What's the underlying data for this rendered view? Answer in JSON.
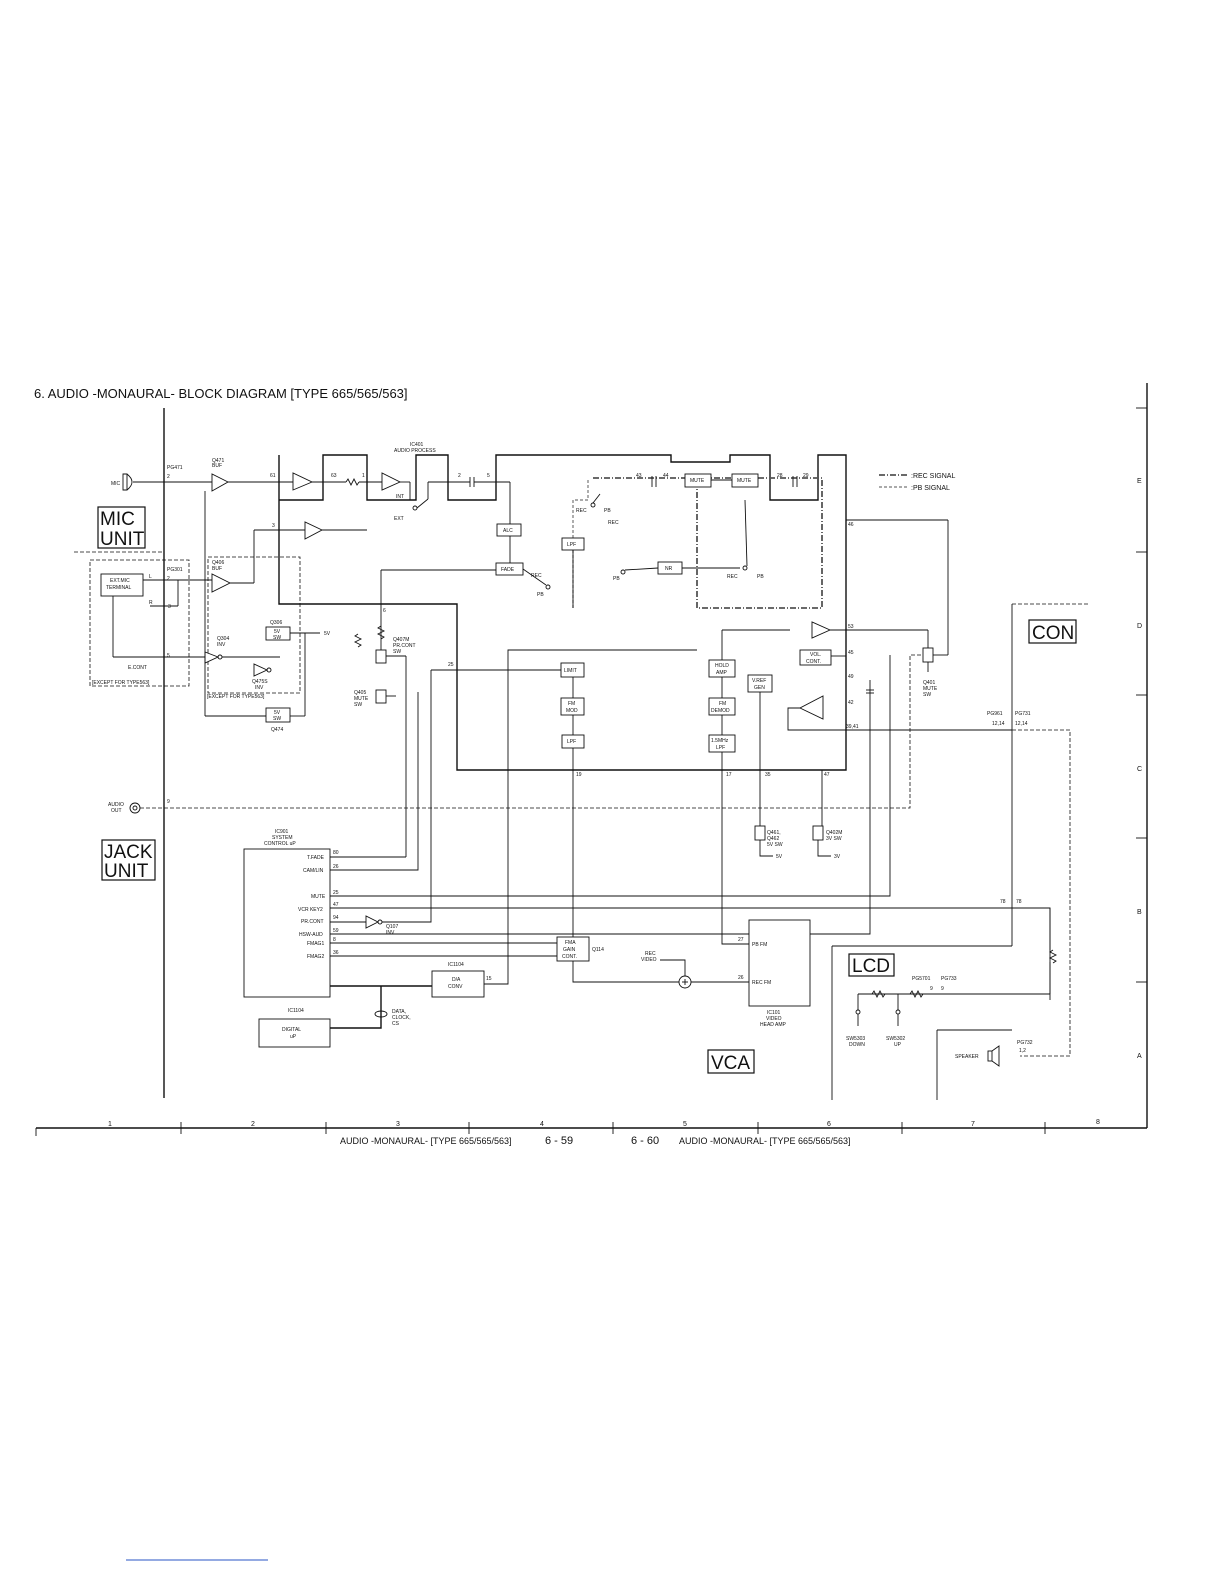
{
  "title": "6. AUDIO -MONAURAL- BLOCK DIAGRAM [TYPE 665/565/563]",
  "units": {
    "mic": "MIC\nUNIT",
    "mic_l1": "MIC",
    "mic_l2": "UNIT",
    "jack_l1": "JACK",
    "jack_l2": "UNIT",
    "con": "CON",
    "lcd": "LCD",
    "vca": "VCA"
  },
  "legend": {
    "rec": ":REC SIGNAL",
    "pb": ":PB SIGNAL"
  },
  "ic401": {
    "ref": "IC401",
    "name": "AUDIO PROCESS"
  },
  "ic901": {
    "ref": "IC901",
    "name1": "SYSTEM",
    "name2": "CONTROL uP"
  },
  "ic101": {
    "ref": "IC101",
    "name1": "VIDEO",
    "name2": "HEAD AMP"
  },
  "blocks": {
    "alc": "ALC",
    "fade": "FADE",
    "lpf1": "LPF",
    "nr": "NR",
    "mute1": "MUTE",
    "mute2": "MUTE",
    "limit": "LIMIT",
    "fm_mod1": "FM",
    "fm_mod2": "MOD",
    "lpf2": "LPF",
    "hold1": "HOLD",
    "hold2": "AMP",
    "fm_demod1": "FM",
    "fm_demod2": "DEMOD",
    "lpf15_1": "1.5MHz",
    "lpf15_2": "LPF",
    "vref1": "V.REF",
    "vref2": "GEN",
    "vol1": "VOL.",
    "vol2": "CONT.",
    "fma1": "FMA",
    "fma2": "GAIN",
    "fma3": "CONT.",
    "da1": "D/A",
    "da2": "CONV",
    "digital1": "DIGITAL",
    "digital2": "uP",
    "ext1": "EXT.MIC",
    "ext2": "TERMINAL",
    "sw5v_1": "5V",
    "sw5v_2": "SW"
  },
  "labels": {
    "mic": "MIC",
    "pg471": "PG471",
    "q471": "Q471",
    "buf": "BUF",
    "q406": "Q406",
    "pg301": "PG301",
    "q304": "Q304",
    "inv": "INV",
    "q306": "Q306",
    "q475s": "Q475S",
    "q474": "Q474",
    "econt": "E.CONT",
    "except563": "[EXCEPT FOR TYPE563]",
    "int": "INT",
    "ext": "EXT",
    "rec": "REC",
    "pb": "PB",
    "v5": "5V",
    "v3": "3V",
    "q407m": "Q407M",
    "prcont_sw1": "PR.CONT",
    "prcont_sw2": "SW",
    "q405": "Q405",
    "mute_sw1": "MUTE",
    "mute_sw2": "SW",
    "q401": "Q401",
    "q461": "Q461,",
    "q462": "Q462",
    "sw5v": "5V SW",
    "q402m": "Q402M",
    "sw3v": "3V SW",
    "audio_out1": "AUDIO",
    "audio_out2": "OUT",
    "tfade": "T.FADE",
    "camlin": "CAM/LIN",
    "mute": "MUTE",
    "vcrkey2": "VCR KEY2",
    "prcont": "PR.CONT",
    "hswaud": "HSW-AUD",
    "fmag1": "FMAG1",
    "fmag2": "FMAG2",
    "q107": "Q107",
    "q114": "Q114",
    "ic1104": "IC1104",
    "data1": "DATA,",
    "data2": "CLOCK,",
    "data3": "CS",
    "rec_video1": "REC",
    "rec_video2": "VIDEO",
    "pbfm": "PB FM",
    "recfm": "REC FM",
    "pg961": "PG961",
    "pg731": "PG731",
    "pin1214": "12,14",
    "pg5701": "PG5701",
    "pg733": "PG733",
    "sw5303": "SW5303",
    "down": "DOWN",
    "sw5302": "SW5302",
    "up": "UP",
    "speaker": "SPEAKER",
    "pg732": "PG732",
    "pin12": "1,2"
  },
  "pins": {
    "p2": "2",
    "p61": "61",
    "p63": "63",
    "p1": "1",
    "p5": "5",
    "p43": "43",
    "p44": "44",
    "p28": "28",
    "p29": "29",
    "p46": "46",
    "p3": "3",
    "p6": "6",
    "p25": "25",
    "p53": "53",
    "p45": "45",
    "p49": "49",
    "p42": "42",
    "p3941": "39,41",
    "p19": "19",
    "p17": "17",
    "p35": "35",
    "p47": "47",
    "p9": "9",
    "p80": "80",
    "p26": "26",
    "p94": "94",
    "p59": "59",
    "p8": "8",
    "p36": "36",
    "p15": "15",
    "p27": "27",
    "p78": "78",
    "pL": "L",
    "pR": "R"
  },
  "grid_cols": [
    "1",
    "2",
    "3",
    "4",
    "5",
    "6",
    "7",
    "8"
  ],
  "grid_rows": [
    "E",
    "D",
    "C",
    "B",
    "A"
  ],
  "footer": {
    "left": "AUDIO -MONAURAL- [TYPE 665/565/563]",
    "left_page": "6 - 59",
    "right_page": "6 - 60",
    "right": "AUDIO -MONAURAL- [TYPE 665/565/563]"
  }
}
